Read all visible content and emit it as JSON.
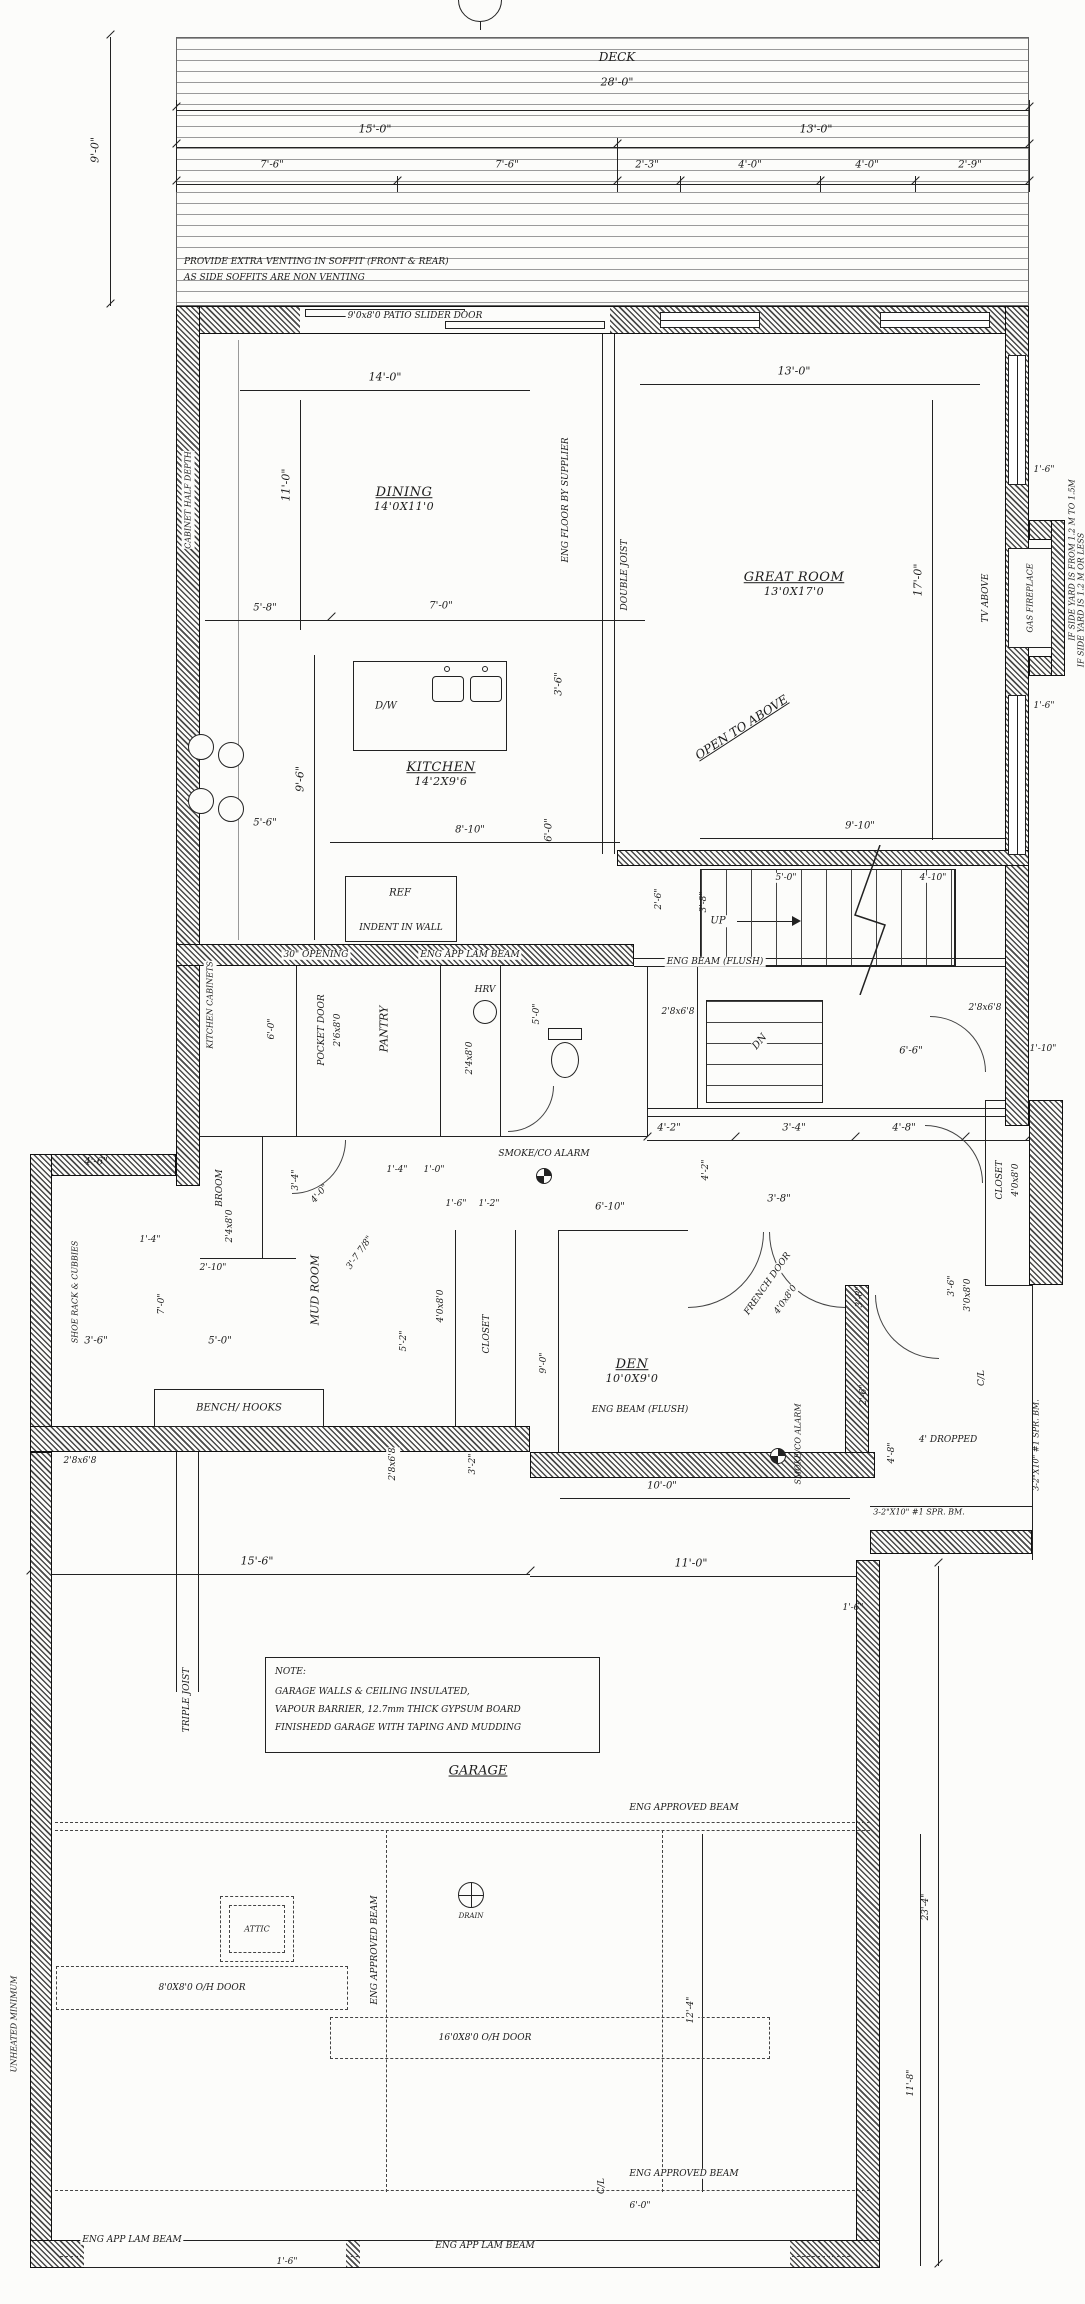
{
  "rooms": {
    "deck": {
      "name": "DECK"
    },
    "dining": {
      "name": "DINING",
      "size": "14'0X11'0"
    },
    "great_room": {
      "name": "GREAT ROOM",
      "size": "13'0X17'0"
    },
    "kitchen": {
      "name": "KITCHEN",
      "size": "14'2X9'6"
    },
    "pantry": {
      "name": "PANTRY"
    },
    "den": {
      "name": "DEN",
      "size": "10'0X9'0"
    },
    "mud_room": {
      "name": "MUD ROOM"
    },
    "garage": {
      "name": "GARAGE"
    },
    "closet_hall": {
      "name": "CLOSET",
      "size": "4'0x8'0"
    },
    "closet_mud": {
      "name": "CLOSET"
    },
    "broom": {
      "name": "BROOM"
    },
    "attic": {
      "name": "ATTIC"
    }
  },
  "dims": {
    "d28_0": "28'-0\"",
    "d15_0": "15'-0\"",
    "d13_0": "13'-0\"",
    "d7_6": "7'-6\"",
    "d2_3": "2'-3\"",
    "d4_0": "4'-0\"",
    "d2_9": "2'-9\"",
    "d9_0": "9'-0\"",
    "d14_0": "14'-0\"",
    "d11_0": "11'-0\"",
    "d17_0": "17'-0\"",
    "d1_6": "1'-6\"",
    "d5_8": "5'-8\"",
    "d7_0": "7'-0\"",
    "d3_6": "3'-6\"",
    "d9_6": "9'-6\"",
    "d5_6": "5'-6\"",
    "d8_10": "8'-10\"",
    "d6_0": "6'-0\"",
    "d9_10": "9'-10\"",
    "d5_0": "5'-0\"",
    "d4_10": "4'-10\"",
    "d2_6": "2'-6\"",
    "d3_8": "3'-8\"",
    "d6_6": "6'-6\"",
    "d1_10": "1'-10\"",
    "d4_2": "4'-2\"",
    "d3_4": "3'-4\"",
    "d4_8": "4'-8\"",
    "d4_6": "4'-6\"",
    "d1_4": "1'-4\"",
    "d1_0": "1'-0\"",
    "d1_2": "1'-2\"",
    "d6_10": "6'-10\"",
    "d2_10": "2'-10\"",
    "d3_7_78": "3'-7 7/8\"",
    "d5_2": "5'-2\"",
    "d10_0": "10'-0\"",
    "d3_2": "3'-2\"",
    "d15_6": "15'-6\"",
    "d12_4": "12'-4\"",
    "d23_4": "23'-4\"",
    "d11_8": "11'-8\""
  },
  "doors": {
    "patio": "9'0x8'0 PATIO SLIDER DOOR",
    "pocket1": "POCKET DOOR",
    "pocket2": "2'6x8'0",
    "french1": "FRENCH DOOR",
    "french2": "4'0x8'0",
    "s2468": "2'4x8'0",
    "s2868": "2'8x6'8",
    "s3080": "3'0x8'0",
    "s4080": "4'0x8'0",
    "oh8": "8'0X8'0 O/H DOOR",
    "oh16": "16'0X8'0 O/H DOOR"
  },
  "notes": {
    "vent1": "PROVIDE EXTRA VENTING IN SOFFIT (FRONT & REAR)",
    "vent2": "AS SIDE SOFFITS ARE NON VENTING",
    "cabinet_half": "CABINET HALF DEPTH",
    "eng_floor": "ENG FLOOR BY SUPPLIER",
    "double_joist": "DOUBLE JOIST",
    "triple_joist": "TRIPLE JOIST",
    "open_above": "OPEN TO ABOVE",
    "tv_above": "TV ABOVE",
    "gas_fireplace": "GAS FIREPLACE",
    "ref": "REF",
    "indent": "INDENT IN WALL",
    "opening30": "30\" OPENING",
    "lam_beam": "ENG APP LAM BEAM",
    "beam_flush": "ENG BEAM (FLUSH)",
    "approved_beam": "ENG APPROVED BEAM",
    "kitchen_cabinets": "KITCHEN CABINETS",
    "hrv": "HRV",
    "up": "UP",
    "dn": "DN",
    "cl": "C/L",
    "smoke": "SMOKE/CO ALARM",
    "shoe_rack": "SHOE RACK & CUBBIES",
    "bench": "BENCH/ HOOKS",
    "dropped": "4' DROPPED",
    "spr_bm": "3-2\"X10\" #1 SPR. BM.",
    "dw": "D/W",
    "drain": "DRAIN",
    "unheated": "UNHEATED MINIMUM",
    "side_yard1": "IF SIDE YARD IS FROM 1.2 M TO 1.5M",
    "side_yard2": "IF SIDE YARD IS 1.2 M OR LESS",
    "note_title": "NOTE:",
    "note1": "GARAGE WALLS & CEILING INSULATED,",
    "note2": "VAPOUR BARRIER,  12.7mm THICK GYPSUM BOARD",
    "note3": "FINISHEDD GARAGE WITH TAPING AND MUDDING"
  }
}
